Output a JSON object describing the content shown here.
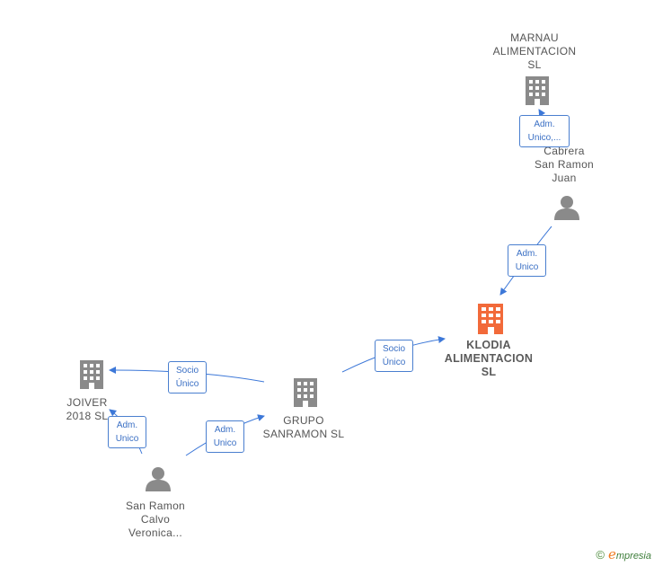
{
  "colors": {
    "edge": "#3d78d8",
    "company_node": "#8a8a8a",
    "focus_node": "#f26a3a",
    "person_node": "#8a8a8a"
  },
  "nodes": {
    "marnau": {
      "label": "MARNAU\nALIMENTACION\nSL",
      "icon": "building-icon"
    },
    "cabrera": {
      "label": "Cabrera\nSan Ramon\nJuan",
      "icon": "person-icon"
    },
    "klodia": {
      "label": "KLODIA\nALIMENTACION\nSL",
      "icon": "building-icon"
    },
    "grupo": {
      "label": "GRUPO\nSANRAMON SL",
      "icon": "building-icon"
    },
    "joiver": {
      "label": "JOIVER\n2018 SL",
      "icon": "building-icon"
    },
    "sanramon": {
      "label": "San Ramon\nCalvo\nVeronica...",
      "icon": "person-icon"
    }
  },
  "edges": {
    "cabrera_marnau": "Adm.\nUnico,...",
    "cabrera_klodia": "Adm.\nUnico",
    "grupo_klodia": "Socio\nÚnico",
    "grupo_joiver": "Socio\nÚnico",
    "sanramon_joiver": "Adm.\nUnico",
    "sanramon_grupo": "Adm.\nUnico"
  },
  "brand": {
    "copyright": "©",
    "initial": "e",
    "name": "mpresia"
  }
}
